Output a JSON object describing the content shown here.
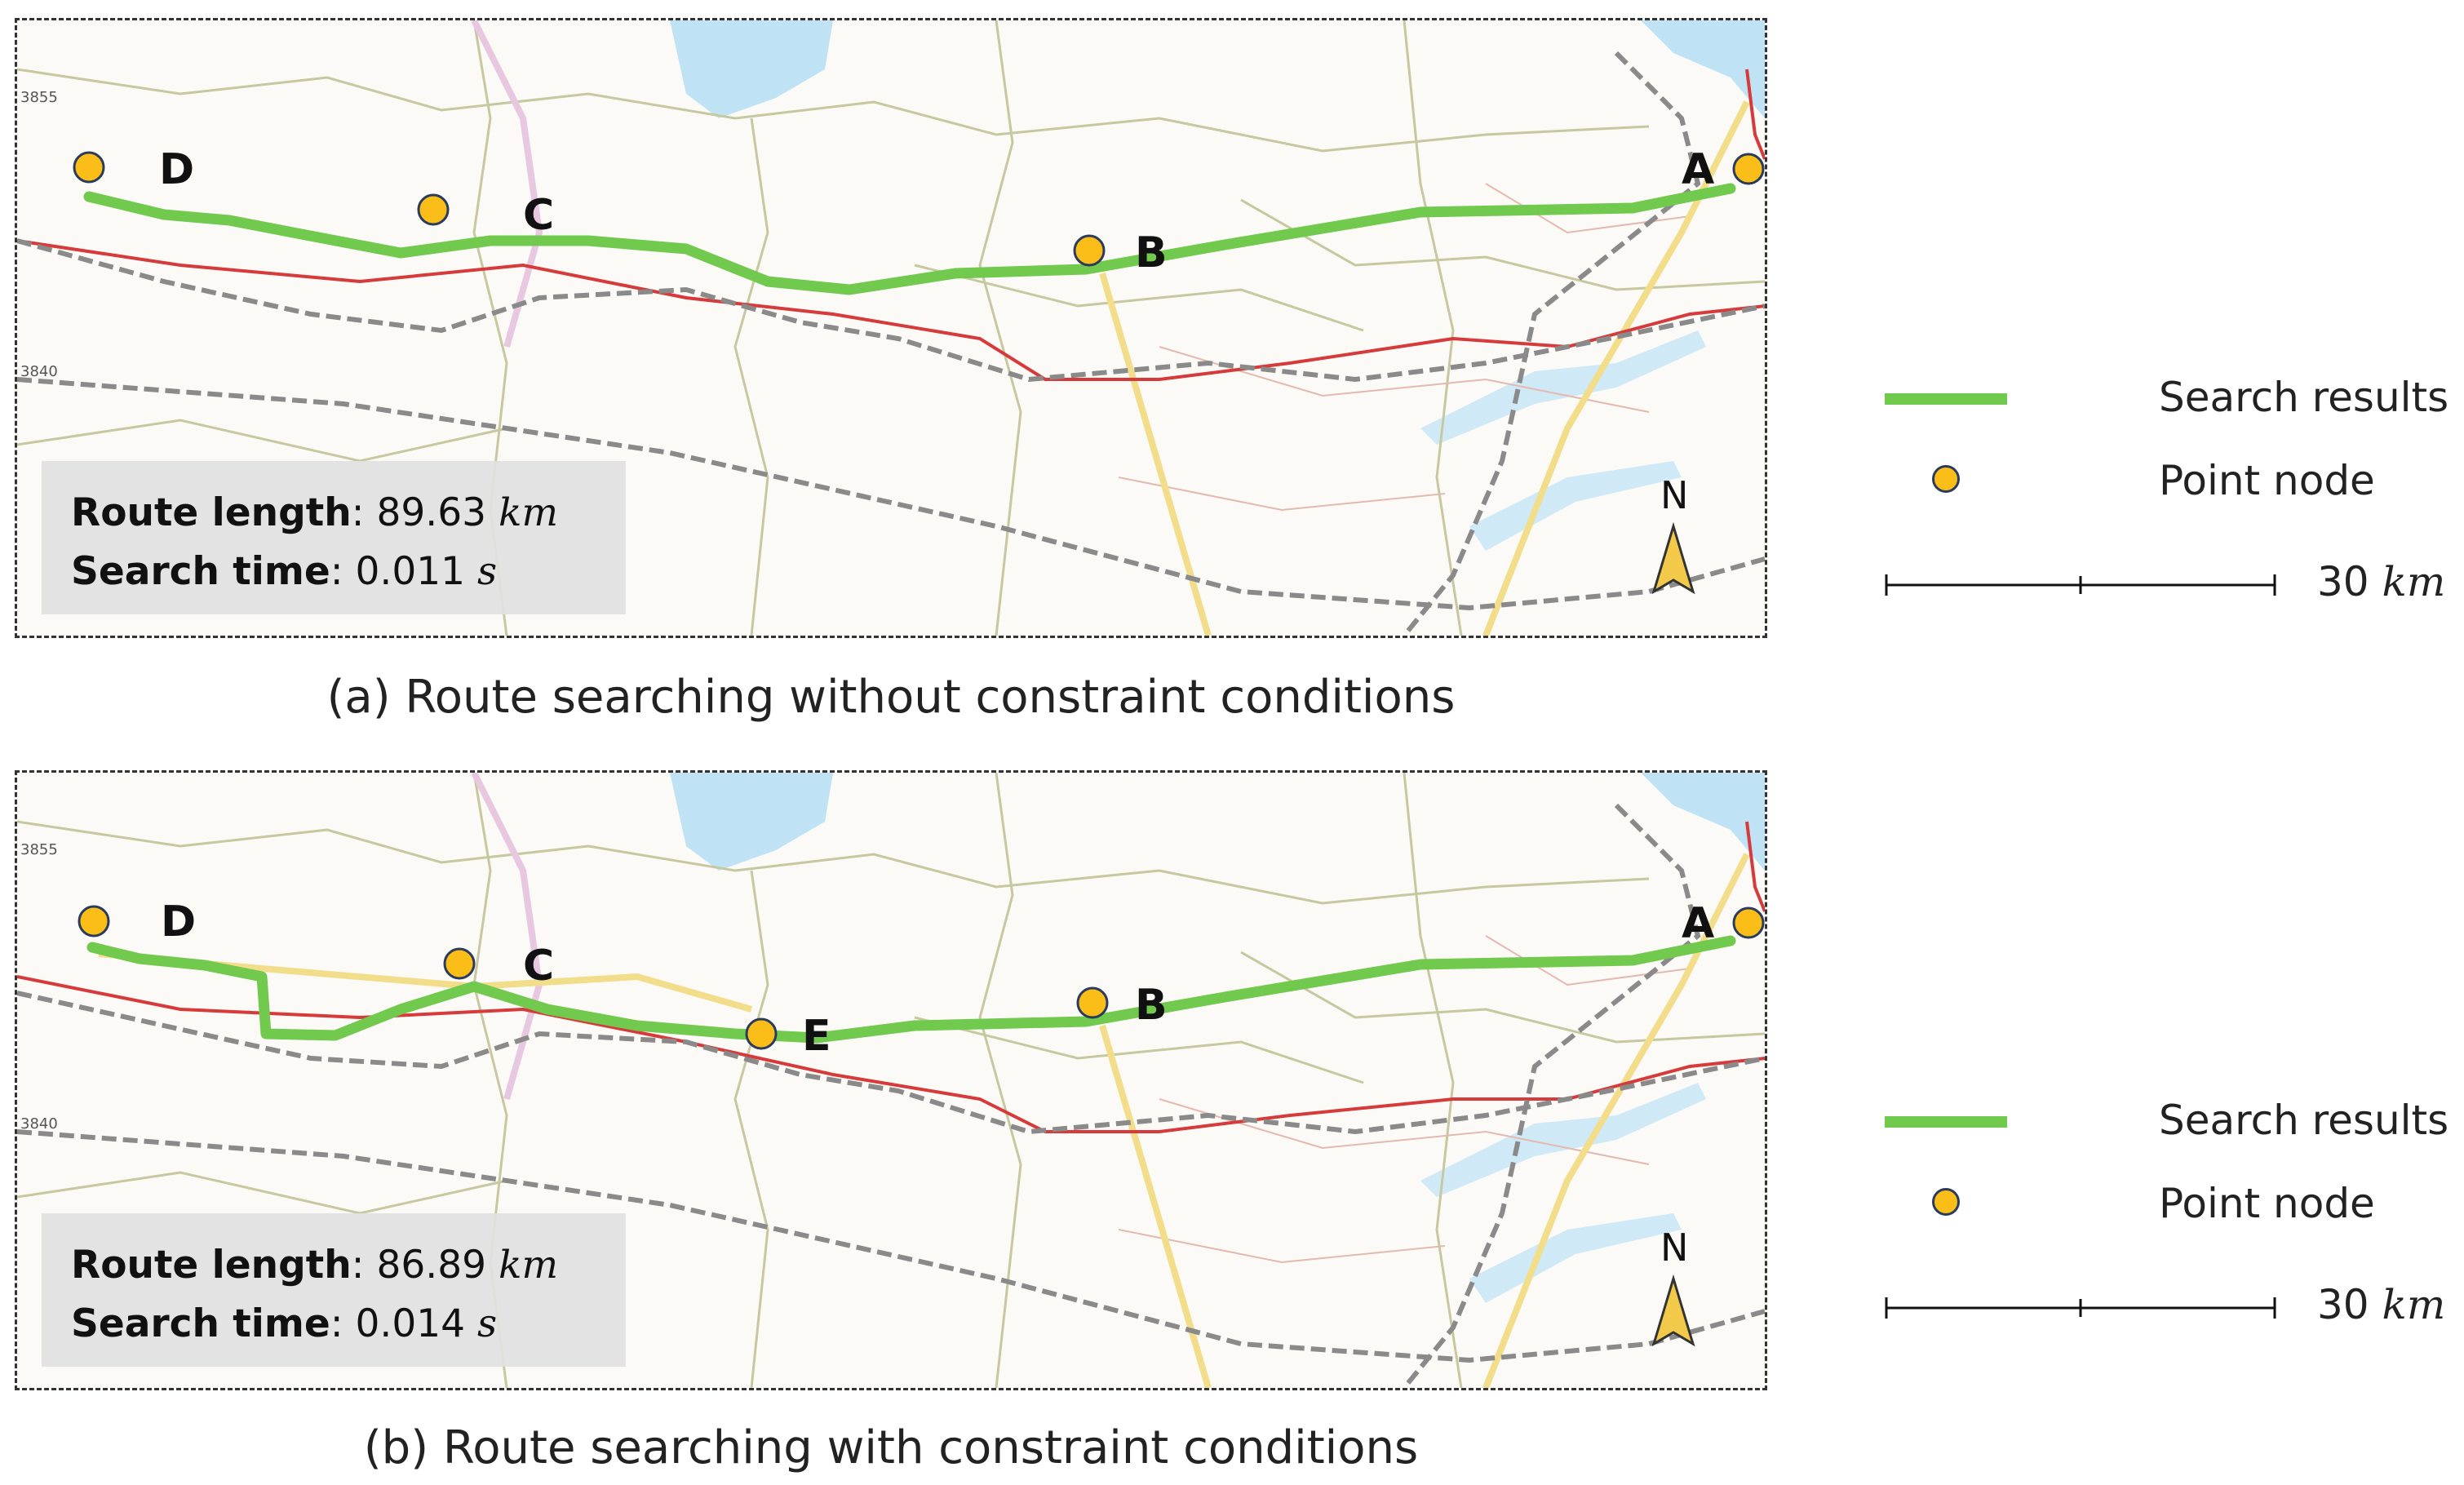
{
  "panels": [
    {
      "caption": "(a) Route searching without constraint conditions",
      "route_length_label": "Route length",
      "route_length_value": "89.63",
      "route_length_unit": "km",
      "search_time_label": "Search time",
      "search_time_value": "0.011",
      "search_time_unit": "s",
      "points": [
        "A",
        "B",
        "C",
        "D"
      ],
      "grid_labels": [
        "3855",
        "3840"
      ],
      "north_label": "N"
    },
    {
      "caption": "(b) Route searching with constraint conditions",
      "route_length_label": "Route length",
      "route_length_value": "86.89",
      "route_length_unit": "km",
      "search_time_label": "Search time",
      "search_time_value": "0.014",
      "search_time_unit": "s",
      "points": [
        "A",
        "B",
        "C",
        "D",
        "E"
      ],
      "grid_labels": [
        "3855",
        "3840"
      ],
      "north_label": "N"
    }
  ],
  "legend": {
    "search_results": "Search results",
    "point_node": "Point node",
    "scale_value": "30",
    "scale_unit": "km"
  },
  "colors": {
    "route": "#71c94e",
    "node_fill": "#fbbd18",
    "node_stroke": "#2a3c5e",
    "water": "#bfe3f5",
    "railway": "#8a8a8a",
    "highway": "#d63a3a",
    "expressway": "#f2dd8a"
  }
}
